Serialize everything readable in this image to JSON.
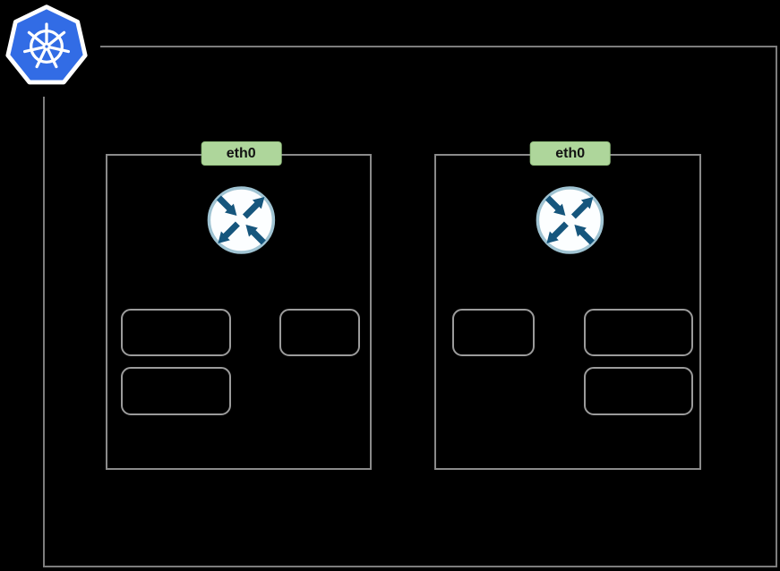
{
  "diagram": {
    "kind": "kubernetes-node-network-diagram",
    "logo_icon": "kubernetes-icon"
  },
  "nodes": [
    {
      "interface_label": "eth0",
      "router_icon": "router-icon",
      "empty_box_count": 3
    },
    {
      "interface_label": "eth0",
      "router_icon": "router-icon",
      "empty_box_count": 3
    }
  ],
  "colors": {
    "background": "#000000",
    "border-gray": "#7d7d7d",
    "box-gray": "#8a8a8a",
    "pod-border-gray": "#9b9b9b",
    "badge-green": "#aed69b",
    "badge-border": "#98c583",
    "badge-text": "#121212",
    "kubernetes-blue": "#326ce5",
    "router-teal": "#16567d",
    "router-rim": "#9fc3d2",
    "router-fill": "#fcfeff"
  }
}
